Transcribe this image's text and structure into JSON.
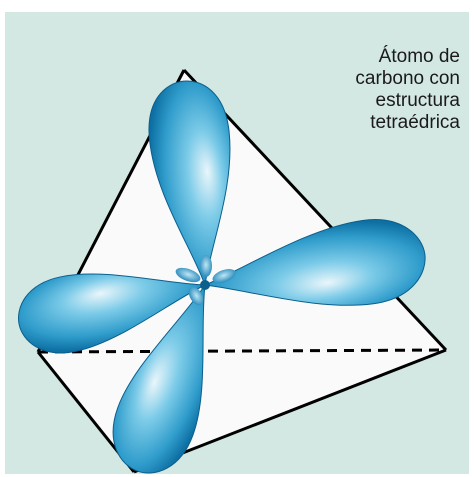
{
  "caption": {
    "lines": [
      "Átomo de",
      "carbono con",
      "estructura",
      "tetraédrica"
    ]
  },
  "colors": {
    "background_panel": "#d4e8e3",
    "lobe_dark": "#0d6fa3",
    "lobe_mid": "#2f9ccb",
    "lobe_light": "#eaf6fb",
    "edge": "#000000",
    "face": "#fafafa"
  }
}
